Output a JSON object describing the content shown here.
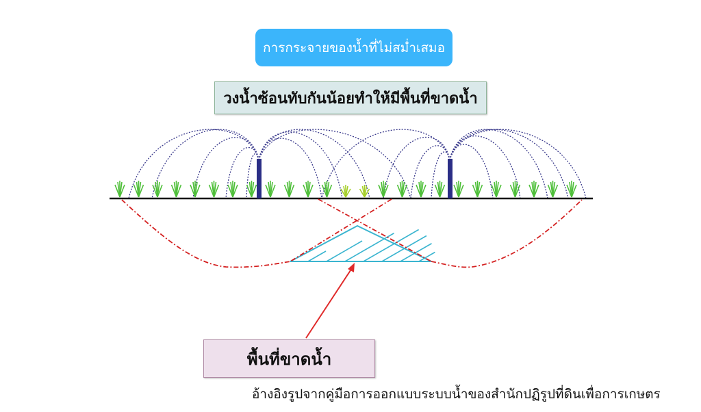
{
  "header": {
    "title": "การกระจายของน้ำที่ไม่สม่ำเสมอ"
  },
  "diagram": {
    "heading": "วงน้ำซ้อนทับกันน้อยทำให้มีพื้นที่ขาดน้ำ",
    "dry_area_label": "พื้นที่ขาดน้ำ",
    "colors": {
      "spray": "#3a3a8c",
      "sprinkler": "#2b2e86",
      "grass": "#4fbf3a",
      "dry_grass": "#a6cf2a",
      "wetting_front": "#d42020",
      "dry_zone": "#3bb5d0",
      "arrow": "#e02a2a",
      "pill": "#3bb5fb"
    }
  },
  "caption": "อ้างอิงรูปจากคู่มือการออกแบบระบบน้ำของสำนักปฏิรูปที่ดินเพื่อการเกษตร"
}
